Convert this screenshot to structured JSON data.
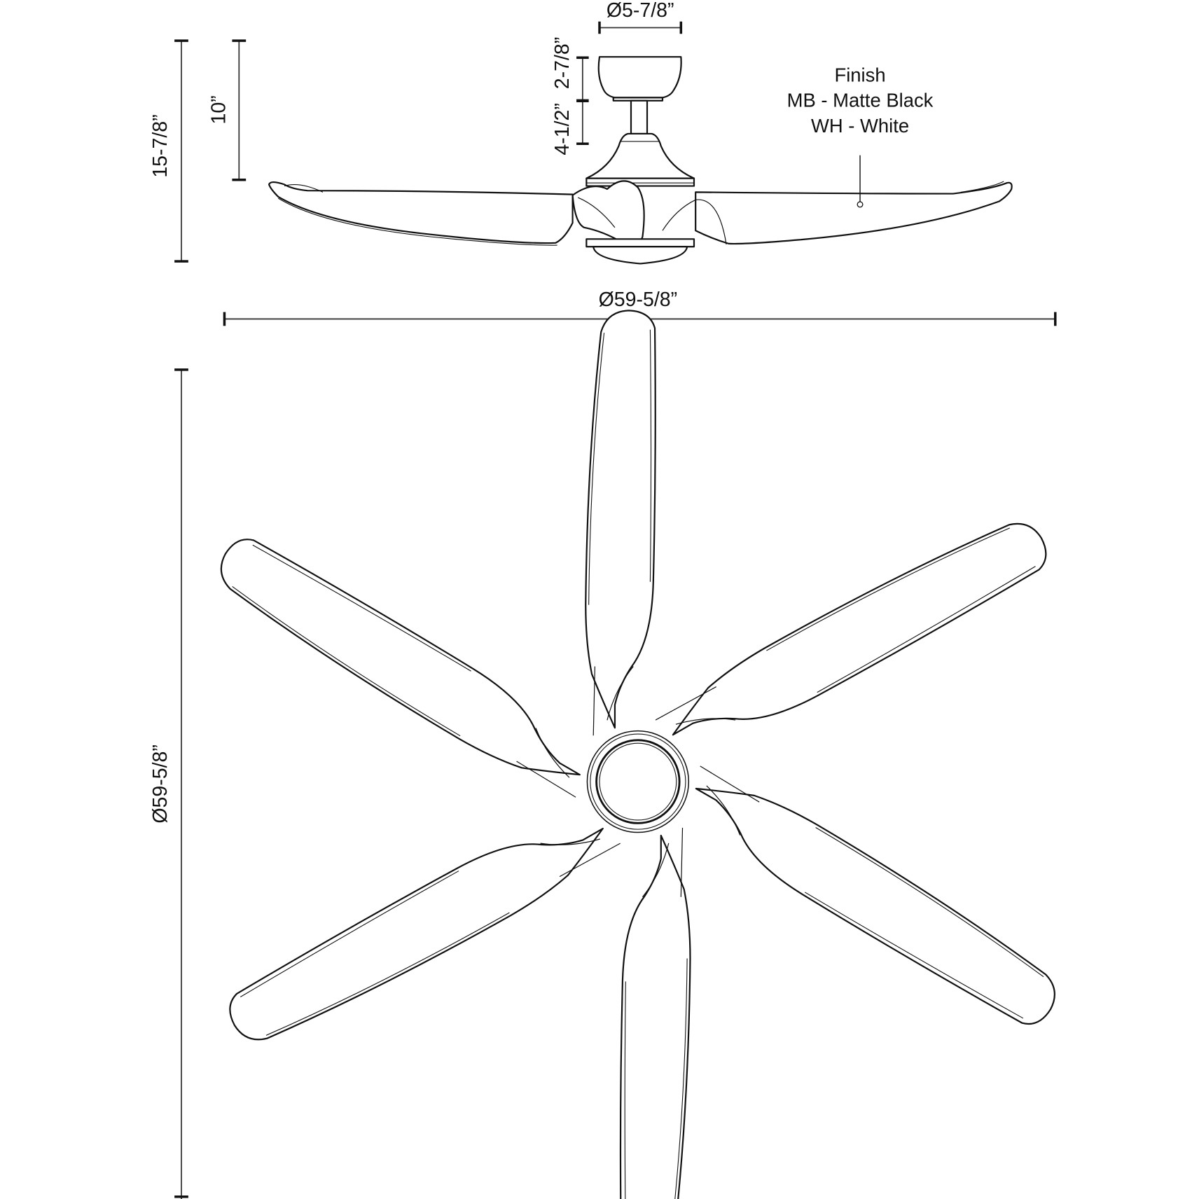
{
  "title": "Ceiling fan dimension drawing",
  "dimensions": {
    "canopy_diameter": "Ø5-7/8”",
    "canopy_height": "2-7/8”",
    "downrod_length": "4-1/2”",
    "body_height": "10”",
    "overall_height": "15-7/8”",
    "blade_span_side": "Ø59-5/8”",
    "blade_span_top": "Ø59-5/8”"
  },
  "finish": {
    "heading": "Finish",
    "options": [
      {
        "code": "MB",
        "name": "Matte Black",
        "label": "MB - Matte Black"
      },
      {
        "code": "WH",
        "name": "White",
        "label": "WH - White"
      }
    ]
  },
  "views": {
    "side_view": {
      "blades_visible": 2
    },
    "top_view": {
      "blade_count": 6
    }
  },
  "colors": {
    "line": "#111111",
    "background": "#ffffff"
  }
}
